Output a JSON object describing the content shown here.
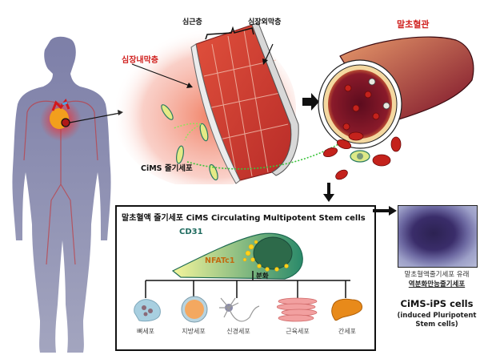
{
  "labels": {
    "endocardium": "심장내막층",
    "myocardium": "심근층",
    "epicardium": "심장외막층",
    "capillary": "말초혈관",
    "cims_stem_cell": "CiMS 줄기세포"
  },
  "box": {
    "title": "말초혈액 줄기세포 CiMS Circulating Multipotent Stem cells",
    "marker_cd31": "CD31",
    "marker_nfatc1": "NFATc1",
    "differentiation": "분화",
    "cell_types": [
      {
        "label": "뼈세포",
        "icon": "bone-cell-icon"
      },
      {
        "label": "지방세포",
        "icon": "fat-cell-icon"
      },
      {
        "label": "신경세포",
        "icon": "nerve-cell-icon"
      },
      {
        "label": "근육세포",
        "icon": "muscle-cell-icon"
      },
      {
        "label": "간세포",
        "icon": "liver-cell-icon"
      }
    ]
  },
  "ips": {
    "caption_line1": "말초혈액줄기세포 유래",
    "caption_line2": "역분화만능줄기세포",
    "title": "CiMS-iPS cells",
    "subtitle_line1": "(induced Pluripotent",
    "subtitle_line2": "Stem cells)"
  },
  "colors": {
    "label_red": "#d0201e",
    "dotted_green": "#3bc43b",
    "body_silhouette": "#8a8cb0",
    "vessel": "#b3263a"
  }
}
